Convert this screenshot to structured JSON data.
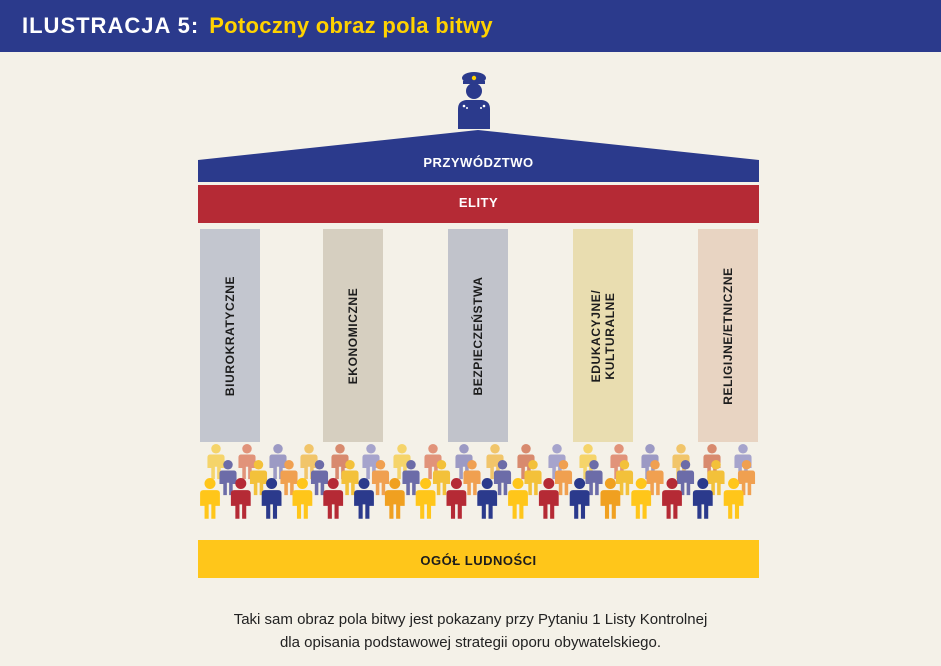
{
  "header": {
    "prefix": "ILUSTRACJA 5:",
    "title": "Potoczny obraz pola bitwy"
  },
  "diagram": {
    "leadership": "PRZYWÓDZTWO",
    "elites": "ELITY",
    "pillars": [
      {
        "label": "BIUROKRATYCZNE",
        "color": "#c3c6cf"
      },
      {
        "label": "EKONOMICZNE",
        "color": "#d6cfc0"
      },
      {
        "label": "BEZPIECZEŃSTWA",
        "color": "#c1c3cb"
      },
      {
        "label": "EDUKACYJNE/\nKULTURALNE",
        "color": "#e9ddb0"
      },
      {
        "label": "RELIGIJNE/ETNICZNE",
        "color": "#e8d4c2"
      }
    ],
    "base": "OGÓŁ LUDNOŚCI",
    "colors": {
      "navy": "#2b3a8c",
      "red": "#b52a35",
      "yellow": "#ffc61a"
    },
    "icons": [
      "leader-figure-icon",
      "person-icon"
    ]
  },
  "caption": {
    "line1": "Taki sam obraz pola bitwy jest pokazany przy Pytaniu 1 Listy Kontrolnej",
    "line2": "dla opisania podstawowej strategii oporu obywatelskiego."
  }
}
